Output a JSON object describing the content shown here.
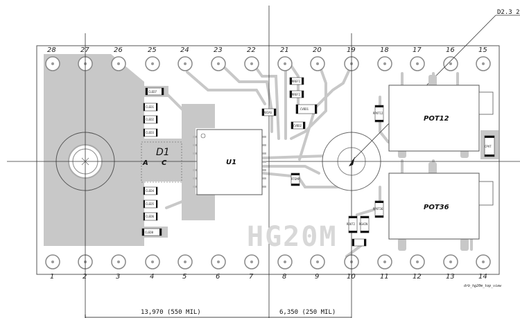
{
  "board": {
    "top_pins": [
      "28",
      "27",
      "26",
      "25",
      "24",
      "23",
      "22",
      "21",
      "20",
      "19",
      "18",
      "17",
      "16",
      "15"
    ],
    "bottom_pins": [
      "1",
      "2",
      "3",
      "4",
      "5",
      "6",
      "7",
      "8",
      "9",
      "10",
      "11",
      "12",
      "13",
      "14"
    ],
    "d1_label": "D1",
    "d1_anode": "A",
    "d1_cathode": "C",
    "u1_label": "U1",
    "pot12_label": "POT12",
    "pot36_label": "POT36",
    "silkscreen": "HG20M",
    "callout": "D2.3 2",
    "footnote": "drb_hg20m_top_view",
    "dim_left": "13,970 (550 MIL)",
    "dim_right": "6,350 (250 MIL)",
    "small_parts": {
      "cled7": "CLED7",
      "cled1": "CLED1",
      "cled2": "CLED2",
      "cled3": "CLED3",
      "cled4": "CLED4",
      "cled5": "CLED5",
      "cled6": "CLED6",
      "cled8": "CLED8",
      "rbias": "RBIAS",
      "rref1": "RREF1",
      "rref2": "RREF2",
      "cvdd1": "CVDD1",
      "cvdd2": "CVDD2",
      "rtemp": "RTEMP",
      "rpot12": "RPOT12",
      "rpot36": "RPOT36",
      "rout2": "ROUT2",
      "rgain": "RGAIN",
      "cpvt": "CPVT"
    }
  }
}
